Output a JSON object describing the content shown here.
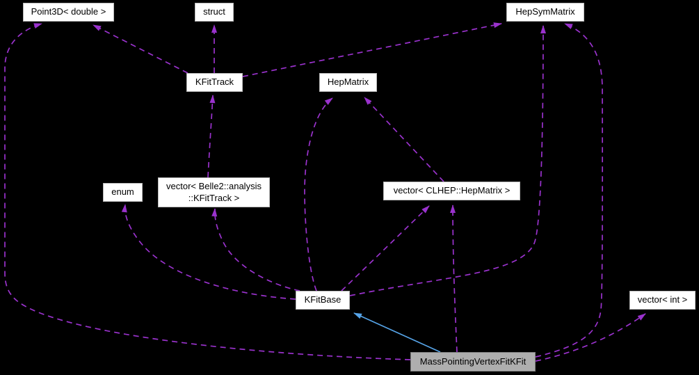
{
  "diagram": {
    "kind": "doxygen-collaboration-graph",
    "background_color": "#000000",
    "usage_edge_color": "#9a32cd",
    "inheritance_edge_color": "#56a4e8",
    "node_fill": "#ffffff",
    "highlight_node_fill": "#aeaeae",
    "nodes": {
      "point3d": {
        "label": "Point3D< double >"
      },
      "struct": {
        "label": "struct"
      },
      "hepsymmatrix": {
        "label": "HepSymMatrix"
      },
      "kfittrack": {
        "label": "KFitTrack"
      },
      "hepmatrix": {
        "label": "HepMatrix"
      },
      "enum": {
        "label": "enum"
      },
      "vec_kfittrack": {
        "label_line1": "vector< Belle2::analysis",
        "label_line2": "::KFitTrack >"
      },
      "vec_hepmatrix": {
        "label": "vector< CLHEP::HepMatrix >"
      },
      "kfitbase": {
        "label": "KFitBase"
      },
      "vec_int": {
        "label": "vector< int >"
      },
      "main": {
        "label": "MassPointingVertexFitKFit"
      }
    },
    "edges": [
      {
        "from": "MassPointingVertexFitKFit",
        "to": "Point3D< double >",
        "type": "usage"
      },
      {
        "from": "KFitTrack",
        "to": "Point3D< double >",
        "type": "usage"
      },
      {
        "from": "KFitTrack",
        "to": "struct",
        "type": "usage"
      },
      {
        "from": "vector< Belle2::analysis::KFitTrack >",
        "to": "KFitTrack",
        "type": "usage"
      },
      {
        "from": "KFitTrack",
        "to": "HepSymMatrix",
        "type": "usage"
      },
      {
        "from": "KFitBase",
        "to": "HepMatrix",
        "type": "usage"
      },
      {
        "from": "vector< CLHEP::HepMatrix >",
        "to": "HepMatrix",
        "type": "usage"
      },
      {
        "from": "KFitBase",
        "to": "vector< CLHEP::HepMatrix >",
        "type": "usage"
      },
      {
        "from": "MassPointingVertexFitKFit",
        "to": "vector< CLHEP::HepMatrix >",
        "type": "usage"
      },
      {
        "from": "KFitBase",
        "to": "HepSymMatrix",
        "type": "usage"
      },
      {
        "from": "MassPointingVertexFitKFit",
        "to": "HepSymMatrix",
        "type": "usage"
      },
      {
        "from": "MassPointingVertexFitKFit",
        "to": "vector< int >",
        "type": "usage"
      },
      {
        "from": "KFitBase",
        "to": "enum",
        "type": "usage"
      },
      {
        "from": "KFitBase",
        "to": "vector< Belle2::analysis::KFitTrack >",
        "type": "usage"
      },
      {
        "from": "MassPointingVertexFitKFit",
        "to": "KFitBase",
        "type": "inheritance"
      }
    ]
  }
}
